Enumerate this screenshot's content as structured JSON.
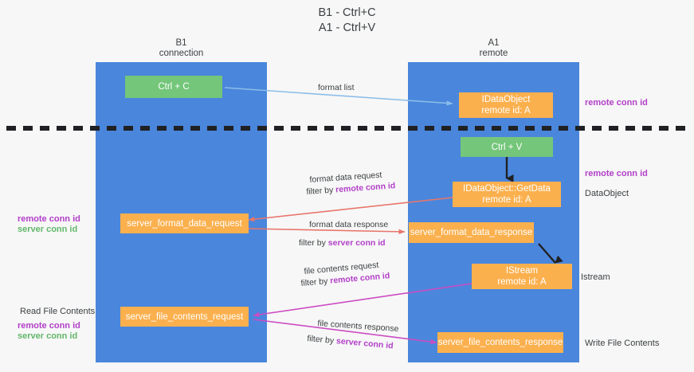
{
  "title": {
    "line1": "B1 - Ctrl+C",
    "line2": "A1 - Ctrl+V"
  },
  "columns": [
    {
      "name": "B1",
      "role": "connection"
    },
    {
      "name": "A1",
      "role": "remote"
    }
  ],
  "boxes": {
    "ctrl_c": {
      "label": "Ctrl + C"
    },
    "ctrl_v": {
      "label": "Ctrl + V"
    },
    "idataobject": {
      "line1": "IDataObject",
      "line2": "remote id: A"
    },
    "idataobject_getdata": {
      "line1": "IDataObject::GetData",
      "line2": "remote id: A"
    },
    "istream": {
      "line1": "IStream",
      "line2": "remote id: A"
    },
    "server_format_data_request": {
      "label": "server_format_data_request"
    },
    "server_format_data_response": {
      "label": "server_format_data_response"
    },
    "server_file_contents_request": {
      "label": "server_file_contents_request"
    },
    "server_file_contents_response": {
      "label": "server_file_contents_response"
    }
  },
  "arrow_labels": {
    "format_list": "format list",
    "format_data_request": "format data request",
    "format_data_request_filter_prefix": "filter by ",
    "format_data_request_filter_key": "remote conn id",
    "format_data_response": "format data response",
    "format_data_response_filter_prefix": "filter by ",
    "format_data_response_filter_key": "server conn id",
    "file_contents_request": "file contents request",
    "file_contents_request_filter_prefix": "filter by ",
    "file_contents_request_filter_key": "remote conn id",
    "file_contents_response": "file contents response",
    "file_contents_response_filter_prefix": "filter by ",
    "file_contents_response_filter_key": "server conn id"
  },
  "side_labels": {
    "right_remote_conn_id_top": "remote conn id",
    "right_remote_conn_id_mid": "remote conn id",
    "right_dataobject": "DataObject",
    "right_istream": "Istream",
    "right_write_file_contents": "Write File Contents",
    "left_remote_conn_id": "remote conn id",
    "left_server_conn_id": "server conn id",
    "left_read_file_contents": "Read File Contents",
    "left_remote_conn_id_2": "remote conn id",
    "left_server_conn_id_2": "server conn id"
  },
  "colors": {
    "lane": "#4a86dc",
    "green_box": "#74c67a",
    "orange_box": "#fbb04e",
    "purple_text": "#b23fc8",
    "green_text": "#63b76c",
    "red_arrow": "#e8766b",
    "magenta_arrow": "#cc4cc2",
    "blue_arrow": "#8bbde8",
    "black_arrow": "#202124",
    "divider": "#202124",
    "background": "#f7f7f7"
  }
}
